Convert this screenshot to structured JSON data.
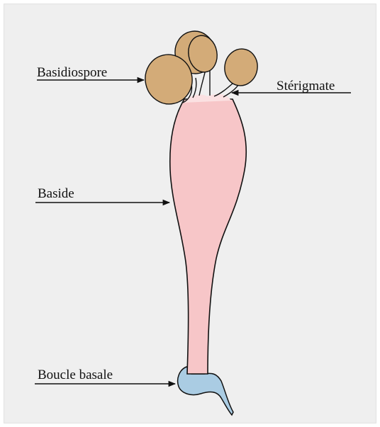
{
  "labels": {
    "basidiospore": "Basidiospore",
    "sterigmate": "Stérigmate",
    "baside": "Baside",
    "boucle_basale": "Boucle basale"
  },
  "colors": {
    "background": "#efefef",
    "spore": "#d3ab78",
    "baside": "#f7c6c8",
    "sterigmate_tip": "#fbe1e2",
    "boucle": "#aacce3",
    "outline": "#111111"
  }
}
